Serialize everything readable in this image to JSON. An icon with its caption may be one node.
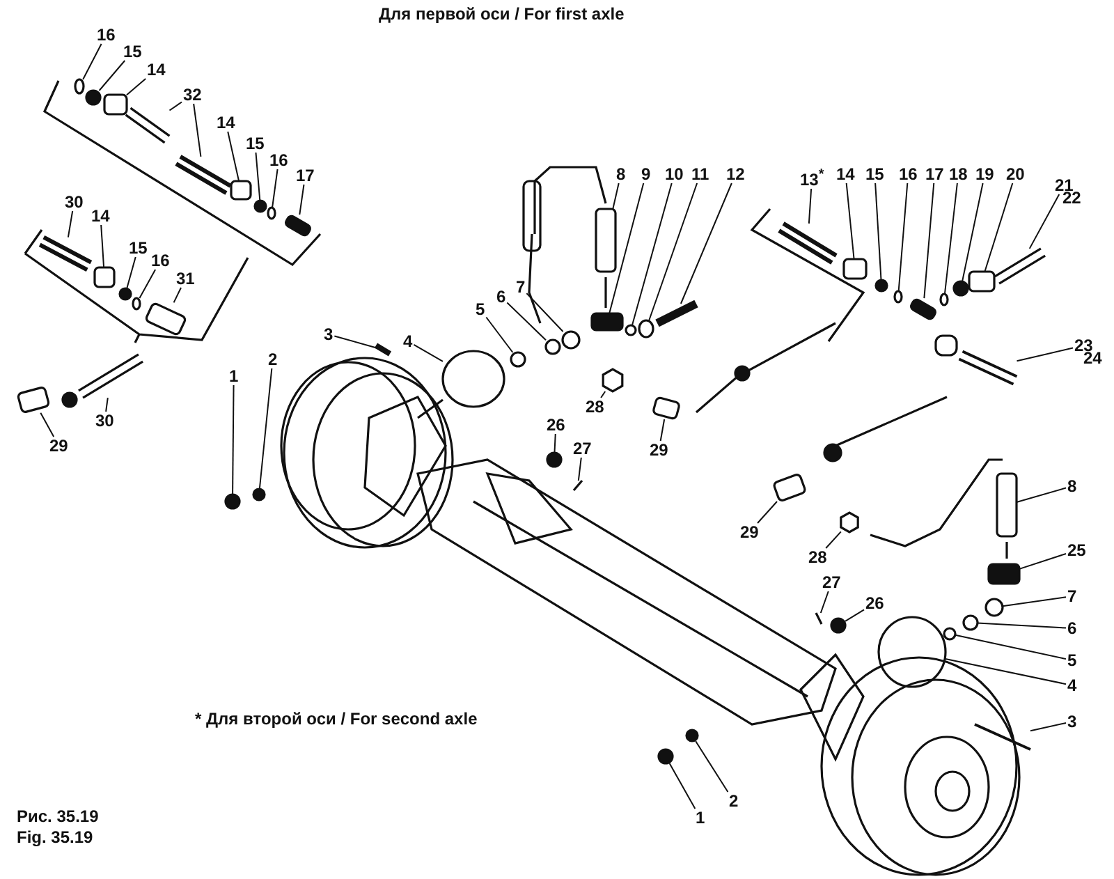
{
  "diagram": {
    "nodes": [
      {
        "text": [
          "16"
        ]
      },
      {
        "text": [
          "15"
        ]
      },
      {
        "text": [
          "14"
        ]
      },
      {
        "text": [
          "32"
        ]
      },
      {
        "text": [
          "14"
        ]
      },
      {
        "text": [
          "15"
        ]
      },
      {
        "text": [
          "16"
        ]
      },
      {
        "text": [
          "17"
        ]
      },
      {
        "text": [
          "30"
        ]
      },
      {
        "text": [
          "14"
        ]
      },
      {
        "text": [
          "15"
        ]
      },
      {
        "text": [
          "16"
        ]
      },
      {
        "text": [
          "31"
        ]
      },
      {
        "text": [
          "29"
        ]
      },
      {
        "text": [
          "30"
        ]
      },
      {
        "text": [
          "8"
        ]
      },
      {
        "text": [
          "9"
        ]
      },
      {
        "text": [
          "10"
        ]
      },
      {
        "text": [
          "11"
        ]
      },
      {
        "text": [
          "12"
        ]
      },
      {
        "text": [
          "7"
        ]
      },
      {
        "text": [
          "6"
        ]
      },
      {
        "text": [
          "5"
        ]
      },
      {
        "text": [
          "4"
        ]
      },
      {
        "text": [
          "3"
        ]
      },
      {
        "text": [
          "1"
        ]
      },
      {
        "text": [
          "2"
        ]
      },
      {
        "text": [
          "26"
        ]
      },
      {
        "text": [
          "27"
        ]
      },
      {
        "text": [
          "28"
        ]
      },
      {
        "text": [
          "29"
        ]
      },
      {
        "text": [
          "13$^{*}$"
        ]
      },
      {
        "text": [
          "14"
        ]
      },
      {
        "text": [
          "15"
        ]
      },
      {
        "text": [
          "16"
        ]
      },
      {
        "text": [
          "17"
        ]
      },
      {
        "text": [
          "18"
        ]
      },
      {
        "text": [
          "19"
        ]
      },
      {
        "text": [
          "20"
        ]
      },
      {
        "text": [
          "21"
        ]
      },
      {
        "text": [
          "23"
        ]
      },
      {
        "text": [
          "29"
        ]
      },
      {
        "text": [
          "28"
        ]
      },
      {
        "text": [
          "8"
        ]
      },
      {
        "text": [
          "25"
        ]
      },
      {
        "text": [
          "7"
        ]
      },
      {
        "text": [
          "6"
        ]
      },
      {
        "text": [
          "5"
        ]
      },
      {
        "text": [
          "4"
        ]
      },
      {
        "text": [
          "3"
        ]
      },
      {
        "text": [
          "27"
        ]
      },
      {
        "text": [
          "26"
        ]
      },
      {
        "text": [
          "1"
        ]
      },
      {
        "text": [
          "2"
        ]
      },
      {
        "text": [],
        "shape": "circle"
      },
      {
        "text": [],
        "shape": "circle"
      },
      {
        "text": [],
        "shape": "box"
      },
      {
        "text": [],
        "shape": "bar"
      },
      {
        "text": [],
        "shape": "bar"
      },
      {
        "text": [],
        "shape": "box"
      },
      {
        "text": [],
        "shape": "circle"
      },
      {
        "text": [],
        "shape": "circle"
      },
      {
        "text": [],
        "shape": "box"
      },
      {
        "text": [],
        "shape": "bar"
      },
      {
        "text": [],
        "shape": "box"
      },
      {
        "text": [],
        "shape": "circle"
      },
      {
        "text": [],
        "shape": "circle"
      },
      {
        "text": [],
        "shape": "box"
      },
      {
        "text": [],
        "shape": "box"
      },
      {
        "text": [],
        "shape": "bar"
      },
      {
        "text": [],
        "shape": "box"
      },
      {
        "text": [],
        "shape": "box"
      },
      {
        "text": [],
        "shape": "circle"
      },
      {
        "text": [],
        "shape": "circle"
      },
      {
        "text": [],
        "shape": "bar"
      },
      {
        "text": [],
        "shape": "circle"
      },
      {
        "text": [],
        "shape": "circle"
      },
      {
        "text": [],
        "shape": "circle"
      },
      {
        "text": [],
        "shape": "circle"
      },
      {
        "text": [],
        "shape": "bar"
      },
      {
        "text": [],
        "shape": "circle"
      },
      {
        "text": [],
        "shape": "circle"
      },
      {
        "text": [],
        "shape": "circle"
      },
      {
        "text": [],
        "shape": "bar"
      },
      {
        "text": [],
        "shape": "hexagon"
      },
      {
        "text": [],
        "shape": "box"
      },
      {
        "text": [],
        "shape": "bar"
      },
      {
        "text": [],
        "shape": "box"
      },
      {
        "text": [],
        "shape": "circle"
      },
      {
        "text": [],
        "shape": "circle"
      },
      {
        "text": [],
        "shape": "box"
      },
      {
        "text": [],
        "shape": "circle"
      },
      {
        "text": [],
        "shape": "circle"
      },
      {
        "text": [],
        "shape": "box"
      },
      {
        "text": [],
        "shape": "bar"
      },
      {
        "text": [],
        "shape": "bar"
      },
      {
        "text": [],
        "shape": "box"
      },
      {
        "text": [],
        "shape": "hexagon"
      },
      {
        "text": [],
        "shape": "box"
      },
      {
        "text": [],
        "shape": "box"
      },
      {
        "text": [],
        "shape": "circle"
      },
      {
        "text": [],
        "shape": "circle"
      },
      {
        "text": [],
        "shape": "circle"
      },
      {
        "text": [],
        "shape": "circle"
      },
      {
        "text": [],
        "shape": "bar"
      },
      {
        "text": [],
        "shape": "bar"
      },
      {
        "text": [],
        "shape": "circle"
      },
      {
        "text": [],
        "shape": "circle"
      },
      {
        "text": [],
        "shape": "circle"
      }
    ],
    "edges": [
      {
        "from": 0,
        "to": 54,
        "arrow": "none"
      },
      {
        "from": 1,
        "to": 55,
        "arrow": "none"
      },
      {
        "from": 2,
        "to": 56,
        "arrow": "none"
      },
      {
        "from": 3,
        "to": 57,
        "arrow": "none"
      },
      {
        "from": 3,
        "to": 58,
        "arrow": "none"
      },
      {
        "from": 4,
        "to": 59,
        "arrow": "none"
      },
      {
        "from": 5,
        "to": 60,
        "arrow": "none"
      },
      {
        "from": 6,
        "to": 61,
        "arrow": "none"
      },
      {
        "from": 7,
        "to": 62,
        "arrow": "none"
      },
      {
        "from": 8,
        "to": 63,
        "arrow": "none"
      },
      {
        "from": 9,
        "to": 64,
        "arrow": "none"
      },
      {
        "from": 10,
        "to": 65,
        "arrow": "none"
      },
      {
        "from": 11,
        "to": 66,
        "arrow": "none"
      },
      {
        "from": 12,
        "to": 67,
        "arrow": "none"
      },
      {
        "from": 13,
        "to": 68,
        "arrow": "none"
      },
      {
        "from": 14,
        "to": 69,
        "arrow": "none"
      },
      {
        "from": 15,
        "to": 70,
        "arrow": "none"
      },
      {
        "from": 16,
        "to": 71,
        "arrow": "none"
      },
      {
        "from": 17,
        "to": 72,
        "arrow": "none"
      },
      {
        "from": 18,
        "to": 73,
        "arrow": "none"
      },
      {
        "from": 19,
        "to": 74,
        "arrow": "none"
      },
      {
        "from": 20,
        "to": 75,
        "arrow": "none"
      },
      {
        "from": 21,
        "to": 76,
        "arrow": "none"
      },
      {
        "from": 22,
        "to": 77,
        "arrow": "none"
      },
      {
        "from": 23,
        "to": 78,
        "arrow": "none"
      },
      {
        "from": 24,
        "to": 79,
        "arrow": "none"
      },
      {
        "from": 25,
        "to": 80,
        "arrow": "none"
      },
      {
        "from": 26,
        "to": 81,
        "arrow": "none"
      },
      {
        "from": 27,
        "to": 82,
        "arrow": "none"
      },
      {
        "from": 28,
        "to": 83,
        "arrow": "none"
      },
      {
        "from": 29,
        "to": 84,
        "arrow": "none"
      },
      {
        "from": 30,
        "to": 85,
        "arrow": "none"
      },
      {
        "from": 31,
        "to": 86,
        "arrow": "none"
      },
      {
        "from": 32,
        "to": 87,
        "arrow": "none"
      },
      {
        "from": 33,
        "to": 88,
        "arrow": "none"
      },
      {
        "from": 34,
        "to": 89,
        "arrow": "none"
      },
      {
        "from": 35,
        "to": 90,
        "arrow": "none"
      },
      {
        "from": 36,
        "to": 91,
        "arrow": "none"
      },
      {
        "from": 37,
        "to": 92,
        "arrow": "none"
      },
      {
        "from": 38,
        "to": 93,
        "arrow": "none"
      },
      {
        "from": 39,
        "to": 94,
        "arrow": "none"
      },
      {
        "from": 40,
        "to": 95,
        "arrow": "none"
      },
      {
        "from": 41,
        "to": 96,
        "arrow": "none"
      },
      {
        "from": 42,
        "to": 97,
        "arrow": "none"
      },
      {
        "from": 43,
        "to": 98,
        "arrow": "none"
      },
      {
        "from": 44,
        "to": 99,
        "arrow": "none"
      },
      {
        "from": 45,
        "to": 100,
        "arrow": "none"
      },
      {
        "from": 46,
        "to": 101,
        "arrow": "none"
      },
      {
        "from": 47,
        "to": 102,
        "arrow": "none"
      },
      {
        "from": 48,
        "to": 103,
        "arrow": "none"
      },
      {
        "from": 49,
        "to": 104,
        "arrow": "none"
      },
      {
        "from": 50,
        "to": 105,
        "arrow": "none"
      },
      {
        "from": 51,
        "to": 106,
        "arrow": "none"
      },
      {
        "from": 52,
        "to": 107,
        "arrow": "none"
      },
      {
        "from": 53,
        "to": 108,
        "arrow": "none"
      }
    ],
    "labels": [
      "Для первой оси  /  For first axle",
      "22",
      "24",
      "* Для второй оси  /  For second axle",
      "Рис. 35.19",
      "Fig. 35.19"
    ]
  }
}
